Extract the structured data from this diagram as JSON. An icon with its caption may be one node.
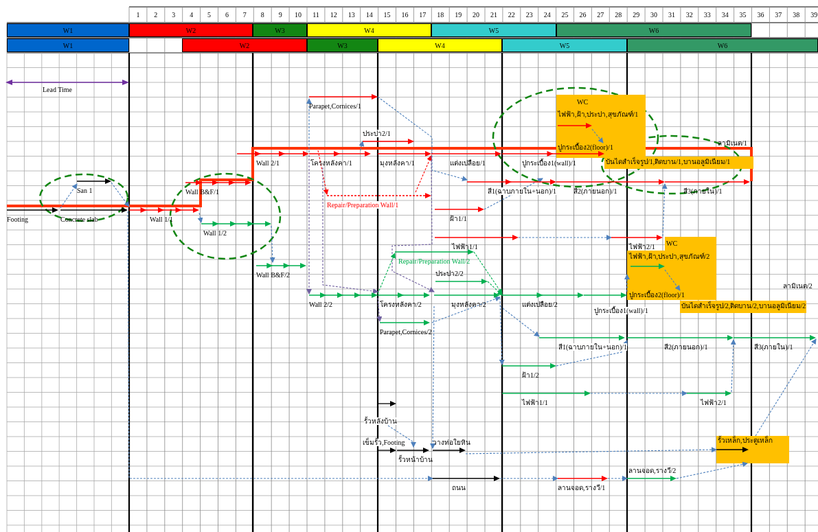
{
  "diagram": {
    "nodes": [
      {
        "text": [
          "W1"
        ]
      },
      {
        "text": [
          "W2"
        ]
      },
      {
        "text": [
          "W3"
        ]
      },
      {
        "text": [
          "W4"
        ]
      },
      {
        "text": [
          "W5"
        ]
      },
      {
        "text": [
          "W6"
        ]
      },
      {
        "text": [
          "W1"
        ]
      },
      {
        "text": [
          "W2"
        ]
      },
      {
        "text": [
          "W3"
        ]
      },
      {
        "text": [
          "W4"
        ]
      },
      {
        "text": [
          "W5"
        ]
      },
      {
        "text": [
          "W6"
        ]
      },
      {
        "text": [
          "Footing"
        ]
      },
      {
        "text": [
          "Concrete slab"
        ]
      },
      {
        "text": [
          "San 1"
        ]
      },
      {
        "text": [
          "Wall 1/1"
        ]
      },
      {
        "text": [
          "Wall B&F/1"
        ]
      },
      {
        "text": [
          "Wall 1/2"
        ]
      },
      {
        "text": [
          "Wall B&F/2"
        ]
      },
      {
        "text": [
          "Wall 2/1"
        ]
      },
      {
        "text": [
          "Wall 2/2"
        ]
      },
      {
        "text": [
          "Parapet,Cornices/1"
        ]
      },
      {
        "text": [
          "ประปา2/1"
        ]
      },
      {
        "text": [
          "โครงหลังคา/1"
        ]
      },
      {
        "text": [
          "Repair/Preparation Wall/1"
        ]
      },
      {
        "text": [
          "มุงหลังคา/1"
        ]
      },
      {
        "text": [
          "แต่งเปลือย/1"
        ]
      },
      {
        "text": [
          "ปูกระเบื้อง1(wall)/1"
        ]
      },
      {
        "text": [
          "WC"
        ]
      },
      {
        "text": [
          "ปูกระเบื้อง2(floor)/1"
        ],
        "in": 28
      },
      {
        "text": [
          "บันไดสำเร็จรูป/1,ติดบาน/1,บานอลูมิเนียม/1"
        ]
      },
      {
        "text": [
          "ลามิเนต/1"
        ]
      },
      {
        "text": [
          "สี1(ฉาบภายใน+นอก)/1"
        ]
      },
      {
        "text": [
          "สี2(ภายนอก)/1"
        ]
      },
      {
        "text": [
          "สี3(ภายใน)/1"
        ]
      },
      {
        "text": [
          "ฝ้า1/1"
        ]
      },
      {
        "text": [
          "ไฟฟ้า1/1"
        ]
      },
      {
        "text": [
          "ไฟฟ้า2/1"
        ]
      },
      {
        "text": [
          "WC"
        ]
      },
      {
        "text": [
          "ปูกระเบื้อง2(floor)/1"
        ],
        "in": 38
      },
      {
        "text": [
          "Repair/Preparation Wall/2"
        ]
      },
      {
        "text": [
          "ประปา2/2"
        ]
      },
      {
        "text": [
          "โครงหลังคา/2"
        ]
      },
      {
        "text": [
          "มุงหลังคา/2"
        ]
      },
      {
        "text": [
          "แต่งเปลือย/2"
        ]
      },
      {
        "text": [
          "ปูกระเบื้อง1(wall)/1"
        ]
      },
      {
        "text": [
          "บันไดสำเร็จรูป/2,ติดบาน/2,บานอลูมิเนียม/2"
        ]
      },
      {
        "text": [
          "ลามิเนต/2"
        ]
      },
      {
        "text": [
          "Parapet,Cornices/2"
        ]
      },
      {
        "text": [
          "สี1(ฉาบภายใน+นอก)/1"
        ]
      },
      {
        "text": [
          "สี2(ภายนอก)/1"
        ]
      },
      {
        "text": [
          "สี3(ภายใน)/1"
        ]
      },
      {
        "text": [
          "ฝ้า1/2"
        ]
      },
      {
        "text": [
          "ไฟฟ้า1/1"
        ]
      },
      {
        "text": [
          "ไฟฟ้า2/1"
        ]
      },
      {
        "text": [
          "รั้วหลังบ้าน"
        ]
      },
      {
        "text": [
          "เข็มรั้ว,Footing"
        ]
      },
      {
        "text": [
          "รั้วหน้าบ้าน"
        ]
      },
      {
        "text": [
          "วางท่อใยหิน"
        ]
      },
      {
        "text": [
          "รั้วเหล็ก,ประตูเหล็ก"
        ]
      },
      {
        "text": [
          "ถนน"
        ]
      },
      {
        "text": [
          "ลานจอด,รางวี/1"
        ]
      },
      {
        "text": [
          "ลานจอด,รางวี/2"
        ]
      },
      {
        "text": [
          "ไฟฟ้า,ฝ้า,ประปา,สุขภัณฑ์/1"
        ],
        "in": 28
      },
      {
        "text": [
          "ไฟฟ้า,ฝ้า,ประปา,สุขภัณฑ์/2"
        ],
        "in": 38
      }
    ],
    "edges": [
      {
        "from": 13,
        "to": 14,
        "arrow": "to",
        "style": "dashed"
      },
      {
        "from": 14,
        "to": 15,
        "arrow": "to",
        "style": "dashed"
      },
      {
        "from": 15,
        "to": 17,
        "arrow": "to",
        "style": "dashed"
      },
      {
        "from": 17,
        "to": 18,
        "arrow": "to",
        "style": "dashed"
      },
      {
        "from": 19,
        "to": 21,
        "arrow": "to",
        "style": "dashed"
      },
      {
        "from": 19,
        "to": 20,
        "arrow": "to",
        "style": "dashed",
        "color": "#7060a0"
      },
      {
        "from": 23,
        "to": 24,
        "arrow": "to",
        "style": "dashed",
        "color": "#ff0000"
      },
      {
        "from": 24,
        "to": 25,
        "arrow": "to",
        "style": "dashed",
        "color": "#ff0000"
      },
      {
        "from": 23,
        "to": 22,
        "arrow": "to",
        "style": "dashed"
      },
      {
        "from": 21,
        "to": 32,
        "arrow": "to",
        "style": "dashed"
      },
      {
        "from": 23,
        "to": 42,
        "arrow": "to",
        "style": "dashed",
        "color": "#7060a0"
      },
      {
        "from": 25,
        "to": 43,
        "arrow": "to",
        "style": "dashed",
        "color": "#7060a0"
      },
      {
        "from": 43,
        "to": 58,
        "arrow": "to",
        "style": "dashed"
      },
      {
        "from": 35,
        "to": 32,
        "arrow": "to",
        "style": "dashed"
      },
      {
        "from": 36,
        "to": 37,
        "arrow": "to",
        "style": "dashed"
      },
      {
        "from": 37,
        "to": 34,
        "arrow": "to",
        "style": "dashed"
      },
      {
        "from": 42,
        "to": 48,
        "arrow": "to",
        "style": "dashed",
        "color": "#7060a0"
      },
      {
        "from": 48,
        "to": 43,
        "arrow": "to",
        "style": "dashed"
      },
      {
        "from": 20,
        "to": 40,
        "arrow": "to",
        "style": "dashed",
        "color": "#00b050"
      },
      {
        "from": 40,
        "to": 44,
        "arrow": "to",
        "style": "dashed",
        "color": "#00b050"
      },
      {
        "from": 41,
        "to": 44,
        "arrow": "to",
        "style": "dashed",
        "color": "#00b050"
      },
      {
        "from": 43,
        "to": 49,
        "arrow": "to",
        "style": "dashed"
      },
      {
        "from": 43,
        "to": 52,
        "arrow": "to",
        "style": "dashed"
      },
      {
        "from": 52,
        "to": 50,
        "arrow": "to",
        "style": "dashed"
      },
      {
        "from": 53,
        "to": 54,
        "arrow": "to",
        "style": "dashed"
      },
      {
        "from": 54,
        "to": 51,
        "arrow": "to",
        "style": "dashed"
      },
      {
        "from": 45,
        "to": 38,
        "arrow": "to",
        "style": "dashed"
      },
      {
        "from": 55,
        "to": 57,
        "arrow": "to",
        "style": "dashed"
      },
      {
        "from": 58,
        "to": 59,
        "arrow": "to",
        "style": "dashed"
      },
      {
        "from": 62,
        "to": 59,
        "arrow": "to",
        "style": "dashed"
      },
      {
        "from": 13,
        "to": 60,
        "arrow": "to",
        "style": "dashed"
      },
      {
        "from": 60,
        "to": 61,
        "arrow": "to",
        "style": "dashed"
      },
      {
        "from": 61,
        "to": 62,
        "arrow": "to",
        "style": "dashed"
      },
      {
        "from": 59,
        "to": 51,
        "arrow": "to",
        "style": "dashed"
      },
      {
        "from": 63,
        "to": 29,
        "arrow": "to",
        "style": "dashed"
      },
      {
        "from": 64,
        "to": 39,
        "arrow": "to",
        "style": "dashed"
      }
    ],
    "labels": [
      "1",
      "2",
      "3",
      "4",
      "5",
      "6",
      "7",
      "8",
      "9",
      "10",
      "11",
      "12",
      "13",
      "14",
      "15",
      "16",
      "17",
      "18",
      "19",
      "20",
      "21",
      "22",
      "23",
      "24",
      "25",
      "26",
      "27",
      "28",
      "29",
      "30",
      "31",
      "32",
      "33",
      "34",
      "35",
      "36",
      "37",
      "38",
      "39",
      "Lead Time"
    ]
  }
}
